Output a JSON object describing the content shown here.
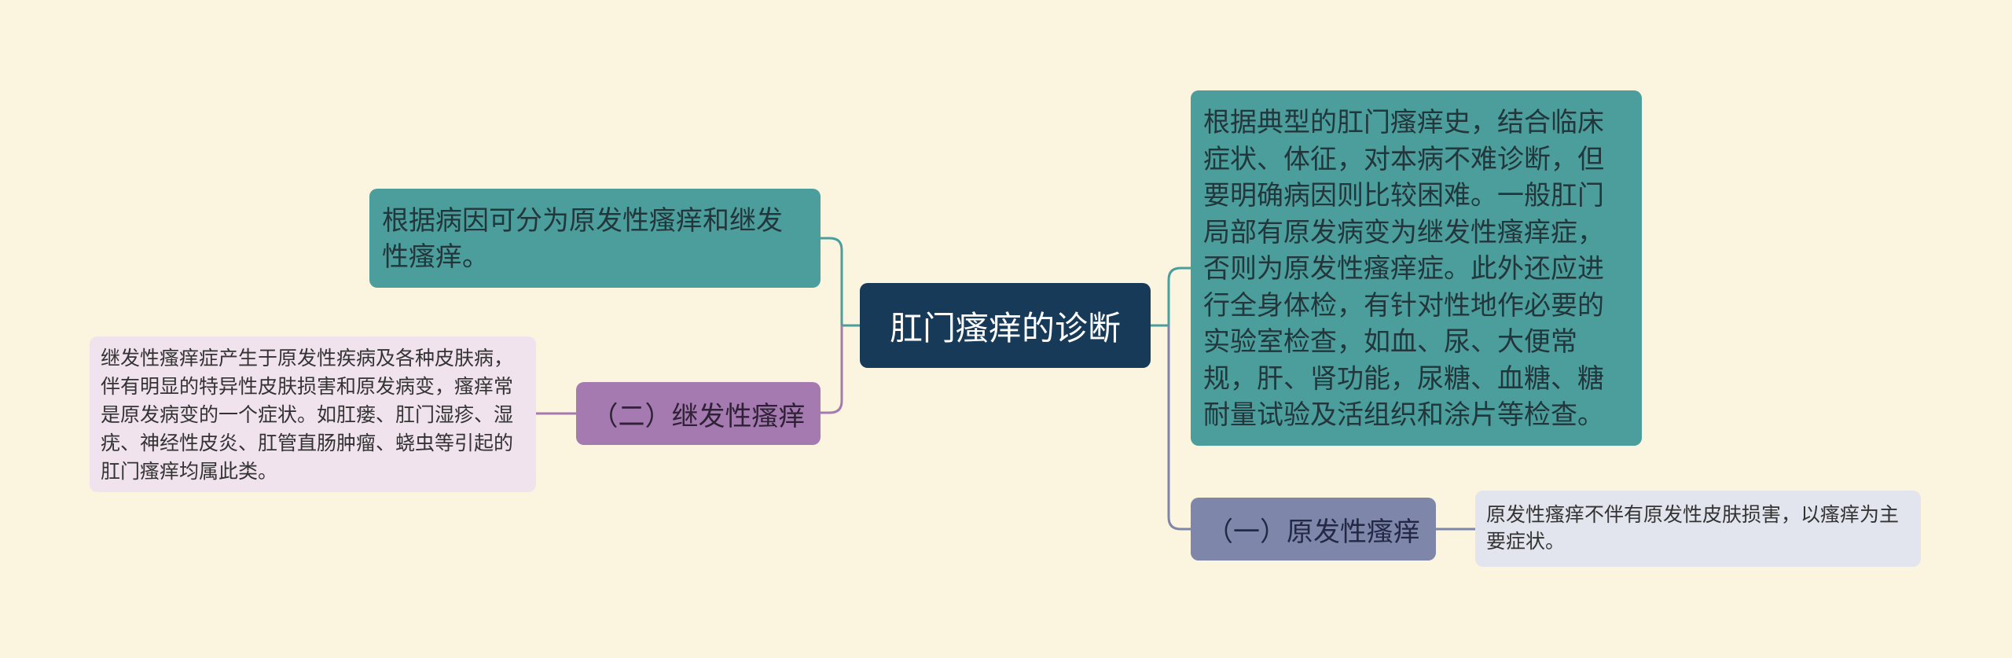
{
  "root": {
    "title": "肛门瘙痒的诊断"
  },
  "left": {
    "cause": "根据病因可分为原发性瘙痒和继发性瘙痒。",
    "secondary": {
      "label": "（二）继发性瘙痒",
      "detail": "继发性瘙痒症产生于原发性疾病及各种皮肤病，伴有明显的特异性皮肤损害和原发病变，瘙痒常是原发病变的一个症状。如肛瘘、肛门湿疹、湿疣、神经性皮炎、肛管直肠肿瘤、蛲虫等引起的肛门瘙痒均属此类。"
    }
  },
  "right": {
    "diagnosis": "根据典型的肛门瘙痒史，结合临床症状、体征，对本病不难诊断，但要明确病因则比较困难。一般肛门局部有原发病变为继发性瘙痒症，否则为原发性瘙痒症。此外还应进行全身体检，有针对性地作必要的实验室检查，如血、尿、大便常规，肝、肾功能，尿糖、血糖、糖耐量试验及活组织和涂片等检查。",
    "primary": {
      "label": "（一）原发性瘙痒",
      "detail": "原发性瘙痒不伴有原发性皮肤损害，以瘙痒为主要症状。"
    }
  },
  "colors": {
    "background": "#fbf4df",
    "root": "#173a58",
    "teal": "#4b9e9c",
    "purple": "#a57ab0",
    "slate": "#7e86aa",
    "leaf_purple": "#f0e3ed",
    "leaf_slate": "#e3e5ee"
  }
}
